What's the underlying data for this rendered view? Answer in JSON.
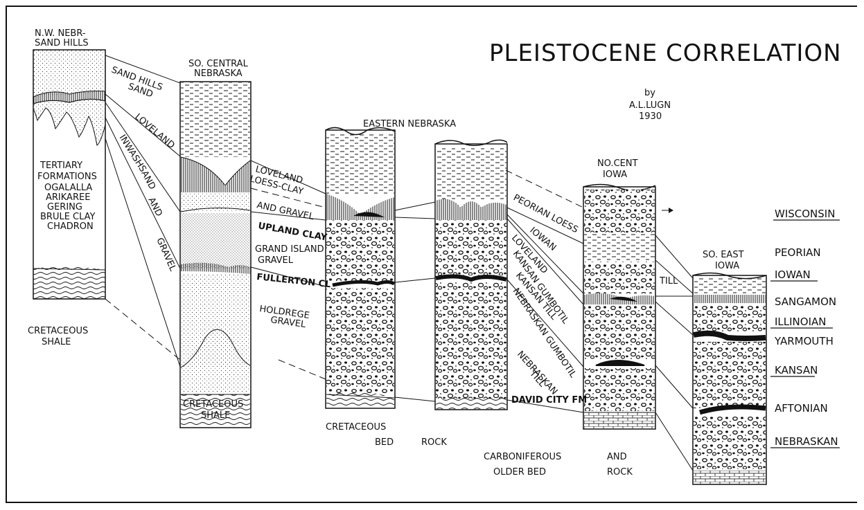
{
  "title": {
    "main": "PLEISTOCENE CORRELATION",
    "by": "by",
    "author": "A.L.LUGN",
    "year": "1930"
  },
  "columns": {
    "nw_nebraska": {
      "line1": "N.W. NEBR-",
      "line2": "SAND HILLS"
    },
    "so_central": {
      "line1": "SO. CENTRAL",
      "line2": "NEBRASKA"
    },
    "eastern": {
      "label": "EASTERN NEBRASKA"
    },
    "no_cent_iowa": {
      "line1": "NO.CENT",
      "line2": "IOWA"
    },
    "so_east_iowa": {
      "line1": "SO. EAST",
      "line2": "IOWA"
    }
  },
  "formations": {
    "sand_hills_sand": [
      "SAND HILLS",
      "SAND"
    ],
    "loveland_left": "LOVELAND",
    "inwash": "INWASH",
    "sand": "SAND",
    "and": "AND",
    "gravel": "GRAVEL",
    "tertiary": [
      "TERTIARY",
      "FORMATIONS",
      "OGALALLA",
      "ARIKAREE",
      "GERING",
      "BRULE CLAY",
      "CHADRON"
    ],
    "cretaceous_shale_1": [
      "CRETACEOUS",
      "SHALE"
    ],
    "cretaceous_shale_2": [
      "CRETACEOUS",
      "SHALE"
    ],
    "loveland_loess_clay": [
      "LOVELAND",
      "LOESS-CLAY"
    ],
    "and_gravel": "AND  GRAVEL",
    "upland_clay": "UPLAND CLAY",
    "grand_island_gravel": [
      "GRAND ISLAND",
      "GRAVEL"
    ],
    "fullerton_cl": "FULLERTON CL",
    "holdrege_gravel": [
      "HOLDREGE",
      "GRAVEL"
    ],
    "cretaceous_bed_rock": [
      "CRETACEOUS",
      "BED",
      "ROCK"
    ],
    "peorian_loess": "PEORIAN LOESS",
    "iowan": "IOWAN",
    "loveland_right": "LOVELAND",
    "kansan_gumbotil": "KANSAN GUMBOTIL",
    "kansan_till": "KANSAN TILL",
    "nebraskan_gumbotil": "NEBRASKAN GUMBOTIL",
    "nebraskan_till": [
      "NEBRASKAN",
      "TILL"
    ],
    "david_city_fm": "DAVID CITY FM",
    "till": "TILL",
    "carboniferous": [
      "CARBONIFEROUS",
      "AND",
      "OLDER  BED",
      "ROCK"
    ]
  },
  "stages": [
    "WISCONSIN",
    "PEORIAN",
    "IOWAN",
    "SANGAMON",
    "ILLINOIAN",
    "YARMOUTH",
    "KANSAN",
    "AFTONIAN",
    "NEBRASKAN"
  ],
  "stages_underlined": [
    "WISCONSIN",
    "IOWAN",
    "ILLINOIAN",
    "KANSAN",
    "NEBRASKAN"
  ]
}
